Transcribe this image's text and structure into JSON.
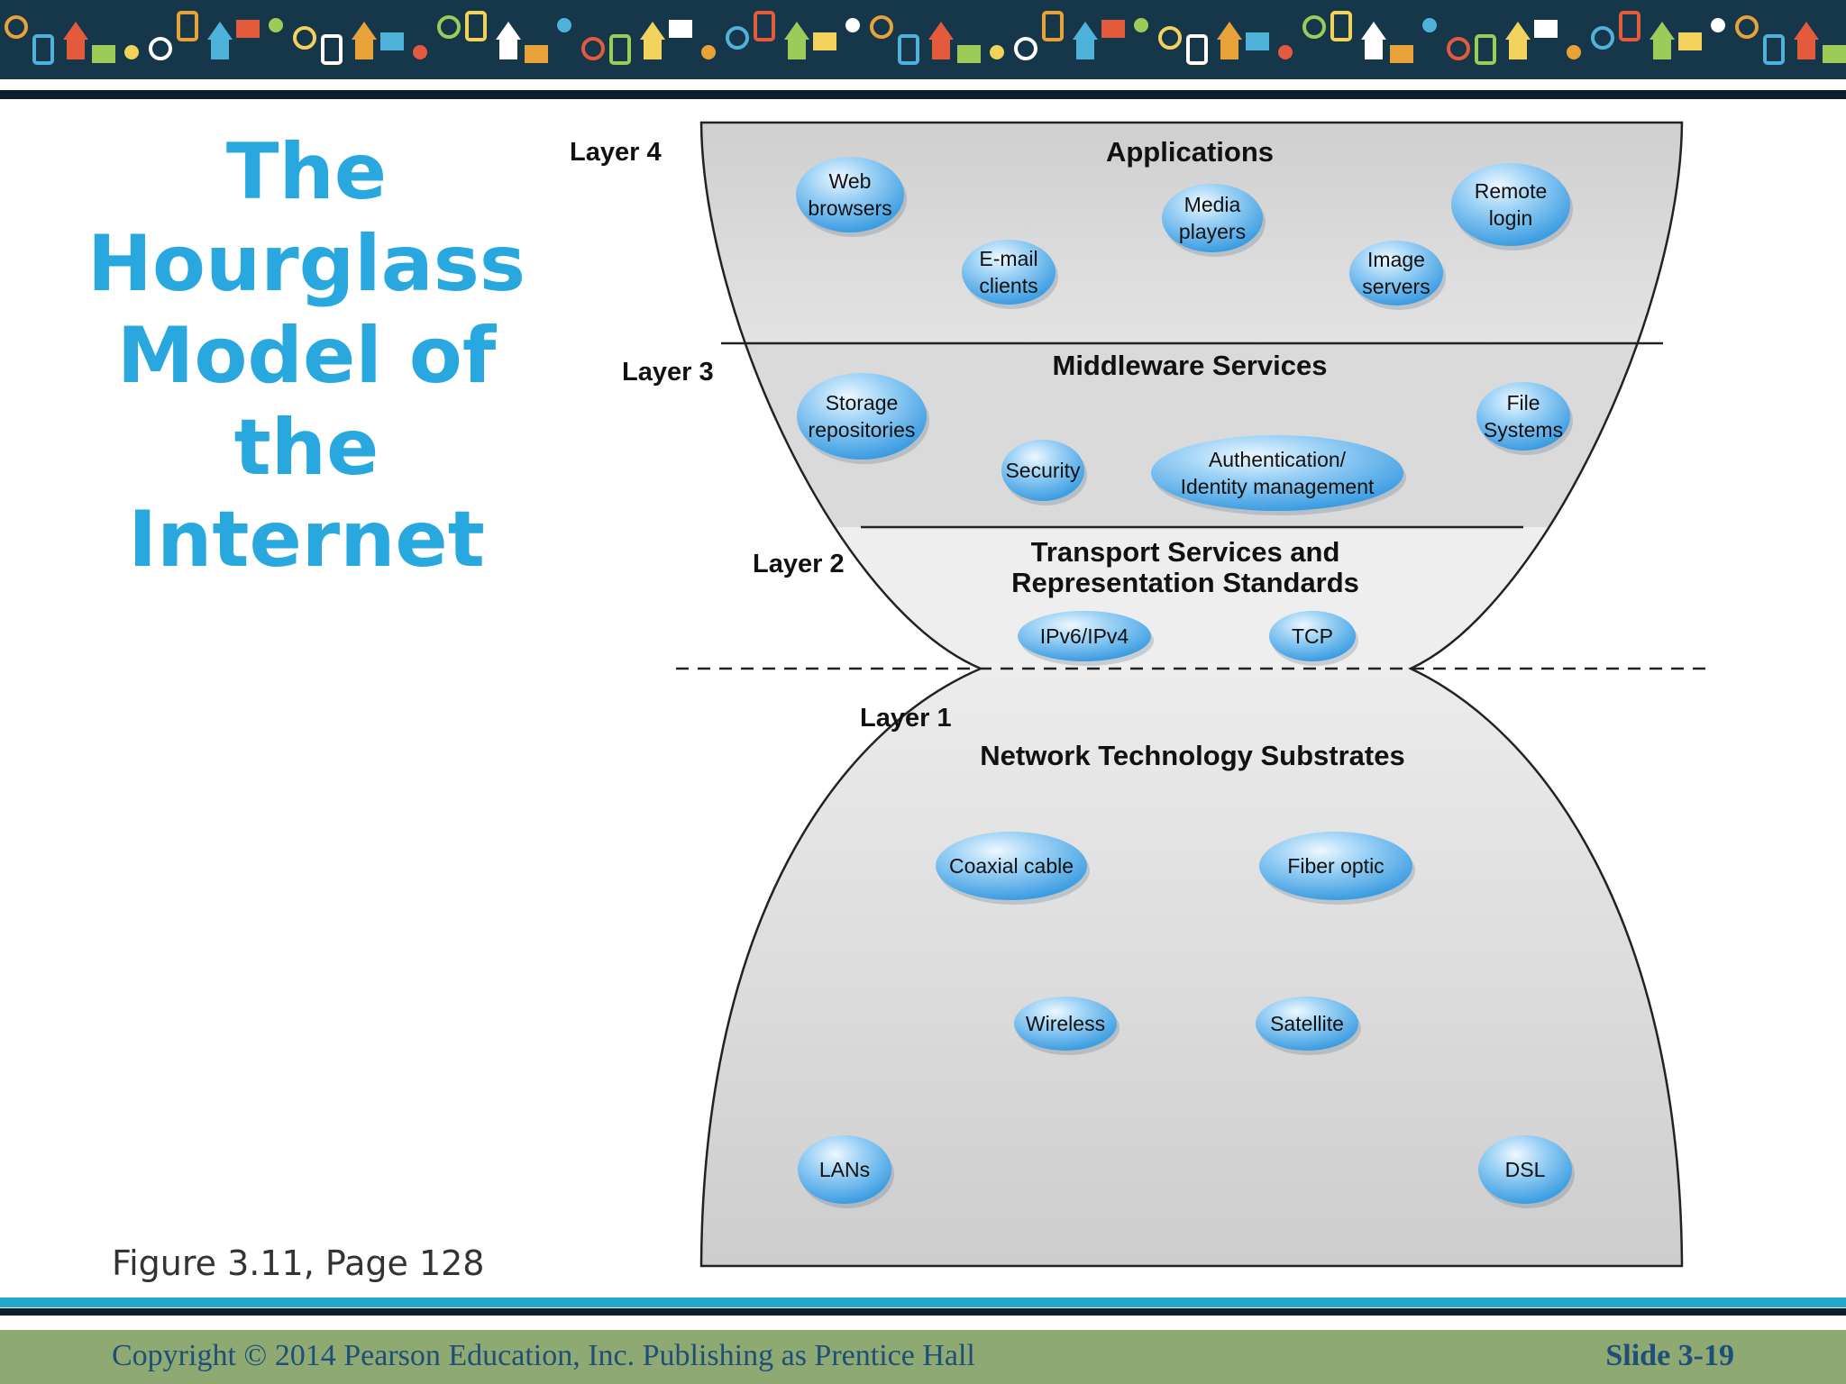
{
  "title": {
    "lines": [
      "The",
      "Hourglass",
      "Model of",
      "the",
      "Internet"
    ]
  },
  "figure_caption": "Figure 3.11, Page 128",
  "diagram": {
    "layers": [
      {
        "label": "Layer 4",
        "title_lines": [
          "Applications"
        ],
        "items": [
          {
            "lines": [
              "Web",
              "browsers"
            ]
          },
          {
            "lines": [
              "E-mail",
              "clients"
            ]
          },
          {
            "lines": [
              "Media",
              "players"
            ]
          },
          {
            "lines": [
              "Image",
              "servers"
            ]
          },
          {
            "lines": [
              "Remote",
              "login"
            ]
          }
        ]
      },
      {
        "label": "Layer 3",
        "title_lines": [
          "Middleware Services"
        ],
        "items": [
          {
            "lines": [
              "Storage",
              "repositories"
            ]
          },
          {
            "lines": [
              "Security"
            ]
          },
          {
            "lines": [
              "Authentication/",
              "Identity management"
            ]
          },
          {
            "lines": [
              "File",
              "Systems"
            ]
          }
        ]
      },
      {
        "label": "Layer 2",
        "title_lines": [
          "Transport Services and",
          "Representation Standards"
        ],
        "items": [
          {
            "lines": [
              "IPv6/IPv4"
            ]
          },
          {
            "lines": [
              "TCP"
            ]
          }
        ]
      },
      {
        "label": "Layer 1",
        "title_lines": [
          "Network Technology Substrates"
        ],
        "items": [
          {
            "lines": [
              "Coaxial cable"
            ]
          },
          {
            "lines": [
              "Fiber optic"
            ]
          },
          {
            "lines": [
              "Wireless"
            ]
          },
          {
            "lines": [
              "Satellite"
            ]
          },
          {
            "lines": [
              "LANs"
            ]
          },
          {
            "lines": [
              "DSL"
            ]
          }
        ]
      }
    ]
  },
  "footer": {
    "copyright": "Copyright © 2014 Pearson Education, Inc. Publishing as Prentice Hall",
    "slide": "Slide 3-19"
  },
  "colors": {
    "title": "#29a8e0",
    "footer_bg": "#8fa973",
    "footer_text": "#1f4e79",
    "bubble": "#3aa6ea",
    "hourglass_fill": "#d6d6d6"
  }
}
